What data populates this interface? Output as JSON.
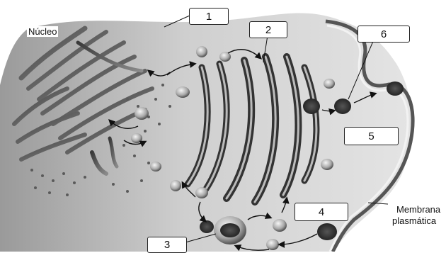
{
  "labels": {
    "nucleus": "Núcleo",
    "n1": "1",
    "n2": "2",
    "n3": "3",
    "n4": "4",
    "n5": "5",
    "n6": "6",
    "membrane_line1": "Membrana",
    "membrane_line2": "plasmática"
  }
}
